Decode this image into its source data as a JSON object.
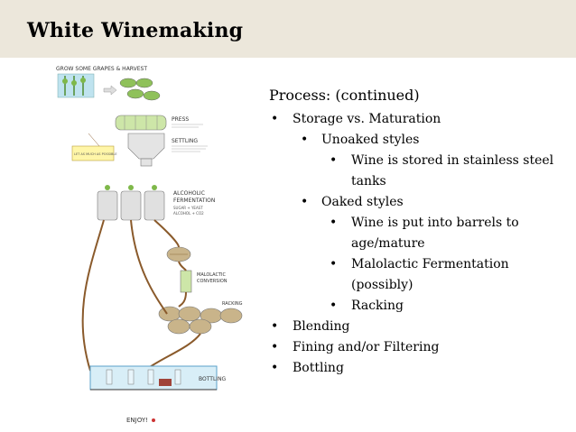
{
  "slide": {
    "title": "White Winemaking",
    "heading": "Process: (continued)",
    "bullets": [
      {
        "text": "Storage vs. Maturation",
        "children": [
          {
            "text": "Unoaked styles",
            "children": [
              {
                "text": "Wine is stored in stainless steel tanks"
              }
            ]
          },
          {
            "text": "Oaked styles",
            "children": [
              {
                "text": "Wine is put into barrels to age/mature"
              },
              {
                "text": "Malolactic Fermentation (possibly)"
              },
              {
                "text": "Racking"
              }
            ]
          }
        ]
      },
      {
        "text": "Blending"
      },
      {
        "text": "Fining and/or Filtering"
      },
      {
        "text": "Bottling"
      }
    ]
  },
  "illustration": {
    "labels": {
      "harvest": "GROW SOME GRAPES & HARVEST",
      "press": "PRESS",
      "settling": "SETTLING",
      "sign": "LET AS MUCH AS POSSIBLE",
      "ferment1": "ALCOHOLIC",
      "ferment2": "FERMENTATION",
      "formula": "SUGAR + YEAST",
      "formula2": "ALCOHOL + CO2",
      "malo1": "MALOLACTIC",
      "malo2": "CONVERSION",
      "racking": "RACKING",
      "bottling": "BOTTLING",
      "enjoy": "ENJOY!"
    },
    "colors": {
      "line": "#8a5a2b",
      "green": "#7fb84a",
      "barrel": "#c9b48a",
      "tank": "#cfcfcf",
      "blue": "#6fb7d8"
    }
  }
}
